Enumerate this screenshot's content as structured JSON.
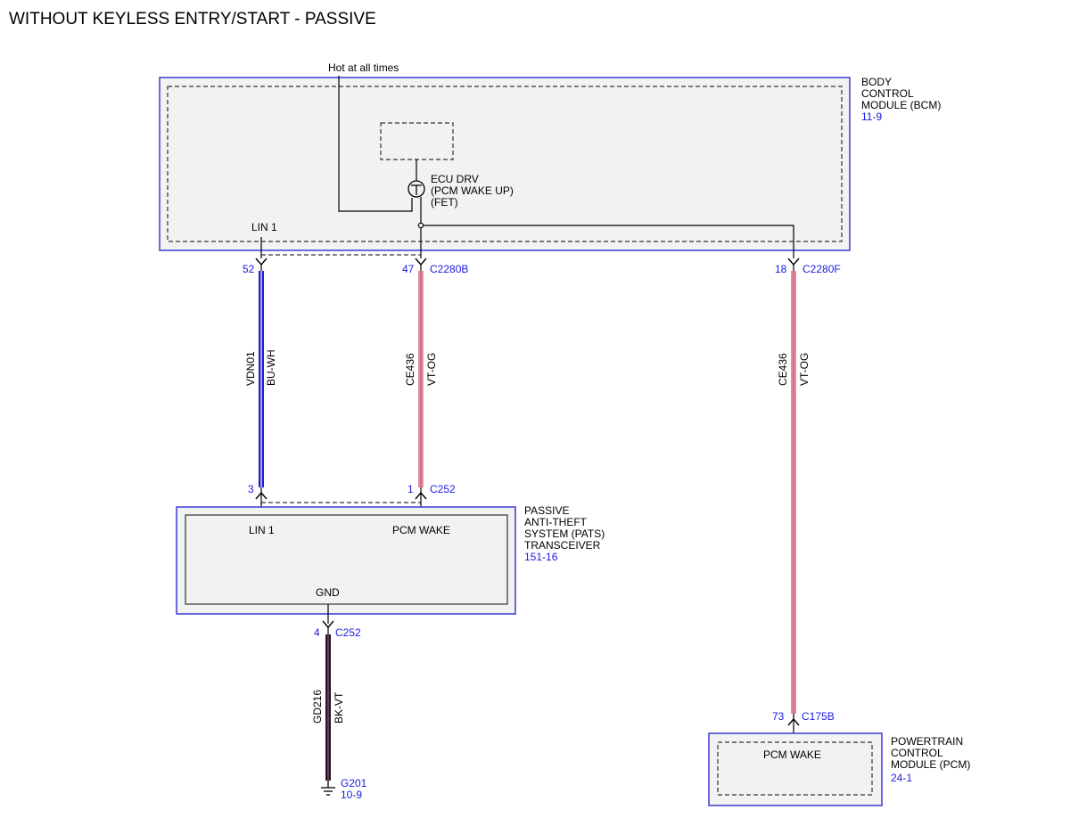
{
  "title": "WITHOUT KEYLESS ENTRY/START - PASSIVE",
  "power_note": "Hot at all times",
  "colors": {
    "module_border": "#3b3bd6",
    "module_fill": "#f2f2f2",
    "ref_text": "#1a1ae0",
    "wire_bu_wh": "#1f1fd0",
    "wire_vt_og": "#e88aa0",
    "wire_bk_vt": "#2a1420"
  },
  "modules": {
    "bcm": {
      "name_lines": [
        "BODY",
        "CONTROL",
        "MODULE (BCM)"
      ],
      "ref": "11-9"
    },
    "pats": {
      "name_lines": [
        "PASSIVE",
        "ANTI-THEFT",
        "SYSTEM (PATS)",
        "TRANSCEIVER"
      ],
      "ref": "151-16"
    },
    "pcm": {
      "name_lines": [
        "POWERTRAIN",
        "CONTROL",
        "MODULE (PCM)"
      ],
      "ref": "24-1"
    }
  },
  "bcm_internal": {
    "driver_lines": [
      "ECU DRV",
      "(PCM WAKE UP)",
      "(FET)"
    ],
    "lin_label": "LIN 1"
  },
  "pats_internal": {
    "lin_label": "LIN 1",
    "wake_label": "PCM WAKE",
    "gnd_label": "GND"
  },
  "pcm_internal": {
    "wake_label": "PCM WAKE"
  },
  "pins": {
    "bcm_lin": {
      "pin": "52"
    },
    "bcm_wake": {
      "pin": "47",
      "connector": "C2280B"
    },
    "bcm_pcm": {
      "pin": "18",
      "connector": "C2280F"
    },
    "pats_lin": {
      "pin": "3"
    },
    "pats_wake": {
      "pin": "1",
      "connector": "C252"
    },
    "pats_gnd": {
      "pin": "4",
      "connector": "C252"
    },
    "pcm_wake": {
      "pin": "73",
      "connector": "C175B"
    }
  },
  "wires": [
    {
      "circuit": "VDN01",
      "color": "BU-WH"
    },
    {
      "circuit": "CE436",
      "color": "VT-OG"
    },
    {
      "circuit": "CE436",
      "color": "VT-OG"
    },
    {
      "circuit": "GD216",
      "color": "BK-VT"
    }
  ],
  "ground": {
    "name": "G201",
    "ref": "10-9"
  }
}
